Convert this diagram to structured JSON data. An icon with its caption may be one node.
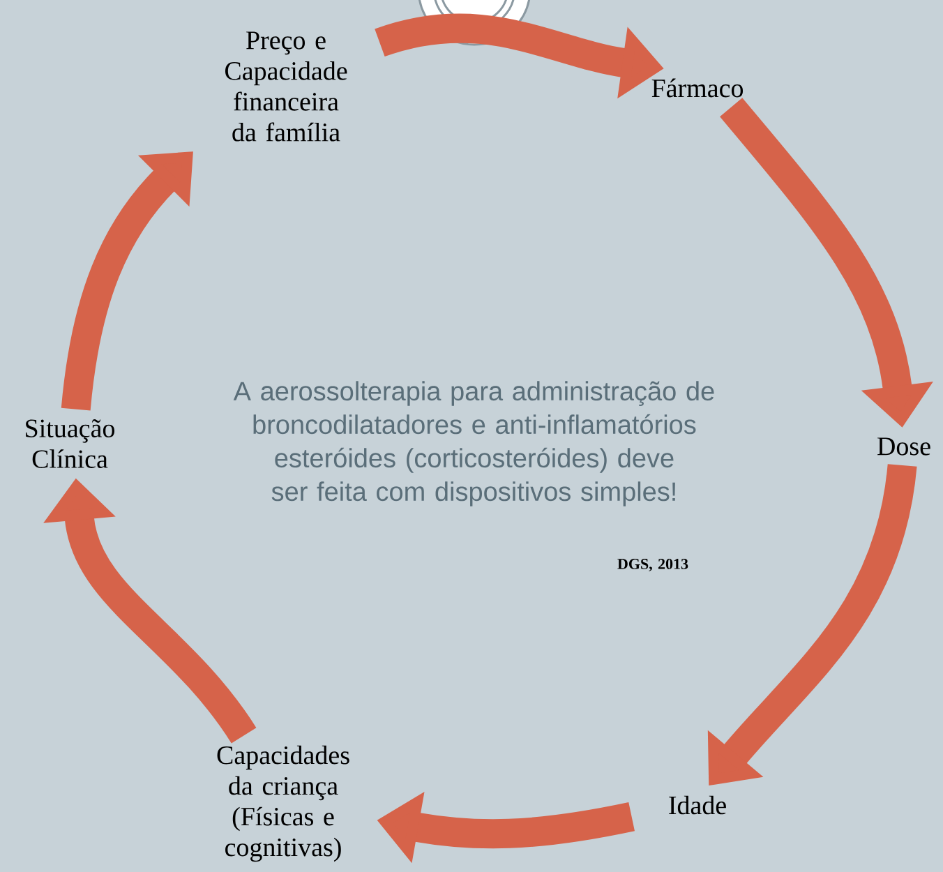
{
  "diagram": {
    "nodes": [
      {
        "text": [
          "Fármaco"
        ]
      },
      {
        "text": [
          "Dose"
        ]
      },
      {
        "text": [
          "Idade"
        ]
      },
      {
        "text": [
          "Capacidades da criança (Físicas e cognitivas)"
        ]
      },
      {
        "text": [
          "Situação Clínica"
        ]
      },
      {
        "text": [
          "Preço e Capacidade financeira da família"
        ]
      }
    ],
    "edges": [
      {
        "from": 5,
        "to": 0,
        "arrow": "to"
      },
      {
        "from": 0,
        "to": 1,
        "arrow": "to"
      },
      {
        "from": 1,
        "to": 2,
        "arrow": "to"
      },
      {
        "from": 2,
        "to": 3,
        "arrow": "to"
      },
      {
        "from": 3,
        "to": 4,
        "arrow": "to"
      },
      {
        "from": 4,
        "to": 5,
        "arrow": "to"
      }
    ],
    "labels": [
      "A aerossolterapia para administração de broncodilatadores e anti-inflamatórios esteróides (corticosteróides) deve ser feita com dispositivos simples!",
      "DGS, 2013"
    ]
  }
}
